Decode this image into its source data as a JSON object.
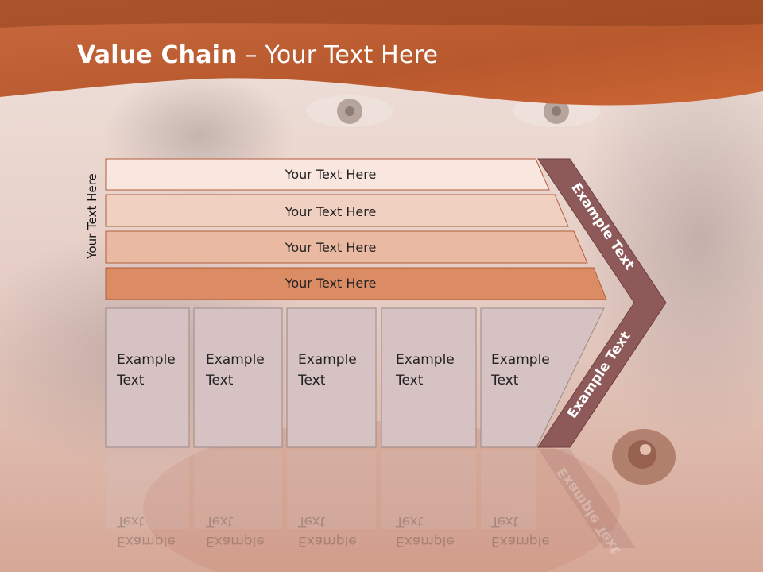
{
  "slide": {
    "title_bold": "Value Chain",
    "title_rest": " – Your Text Here",
    "side_label": "Your Text Here"
  },
  "bars": [
    {
      "label": "Your Text Here",
      "fill": "#f8e6df"
    },
    {
      "label": "Your Text Here",
      "fill": "#f0d0c1"
    },
    {
      "label": "Your Text Here",
      "fill": "#e9b9a1"
    },
    {
      "label": "Your Text Here",
      "fill": "#dc8c64"
    }
  ],
  "boxes": [
    {
      "line1": "Example",
      "line2": "Text"
    },
    {
      "line1": "Example",
      "line2": "Text"
    },
    {
      "line1": "Example",
      "line2": "Text"
    },
    {
      "line1": "Example",
      "line2": "Text"
    },
    {
      "line1": "Example",
      "line2": "Text"
    }
  ],
  "arrow": {
    "upper_label": "Example Text",
    "lower_label": "Example Text",
    "fill": "#8e5a59"
  },
  "colors": {
    "header_top": "#9a4d27",
    "header_bottom": "#cf6a38",
    "box_fill": "#d6c2c3",
    "box_stroke": "#9a8a8a",
    "bar_stroke": "#b25d3c"
  }
}
